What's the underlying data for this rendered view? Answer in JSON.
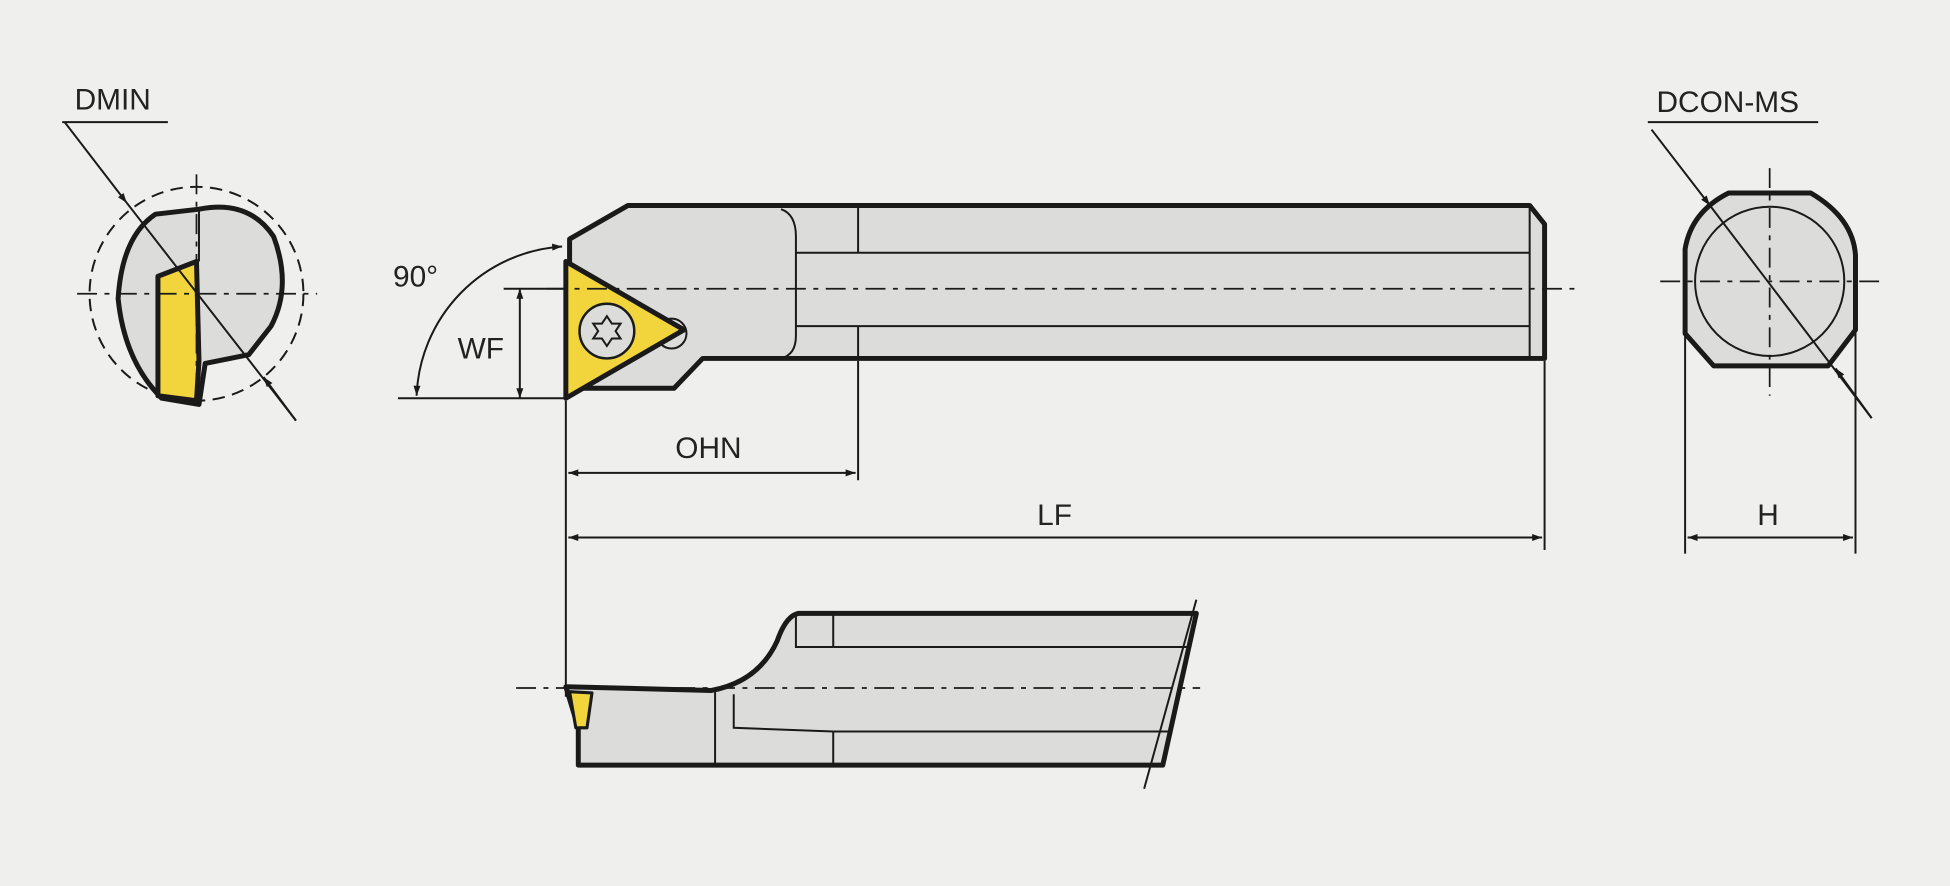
{
  "labels": {
    "dmin": "DMIN",
    "dcon_ms": "DCON-MS",
    "angle": "90°",
    "wf": "WF",
    "ohn": "OHN",
    "lf": "LF",
    "h": "H"
  },
  "colors": {
    "background": "#efefee",
    "tool_body": "#dcdcdb",
    "insert": "#f2d43c",
    "outline": "#1a1a1a"
  }
}
